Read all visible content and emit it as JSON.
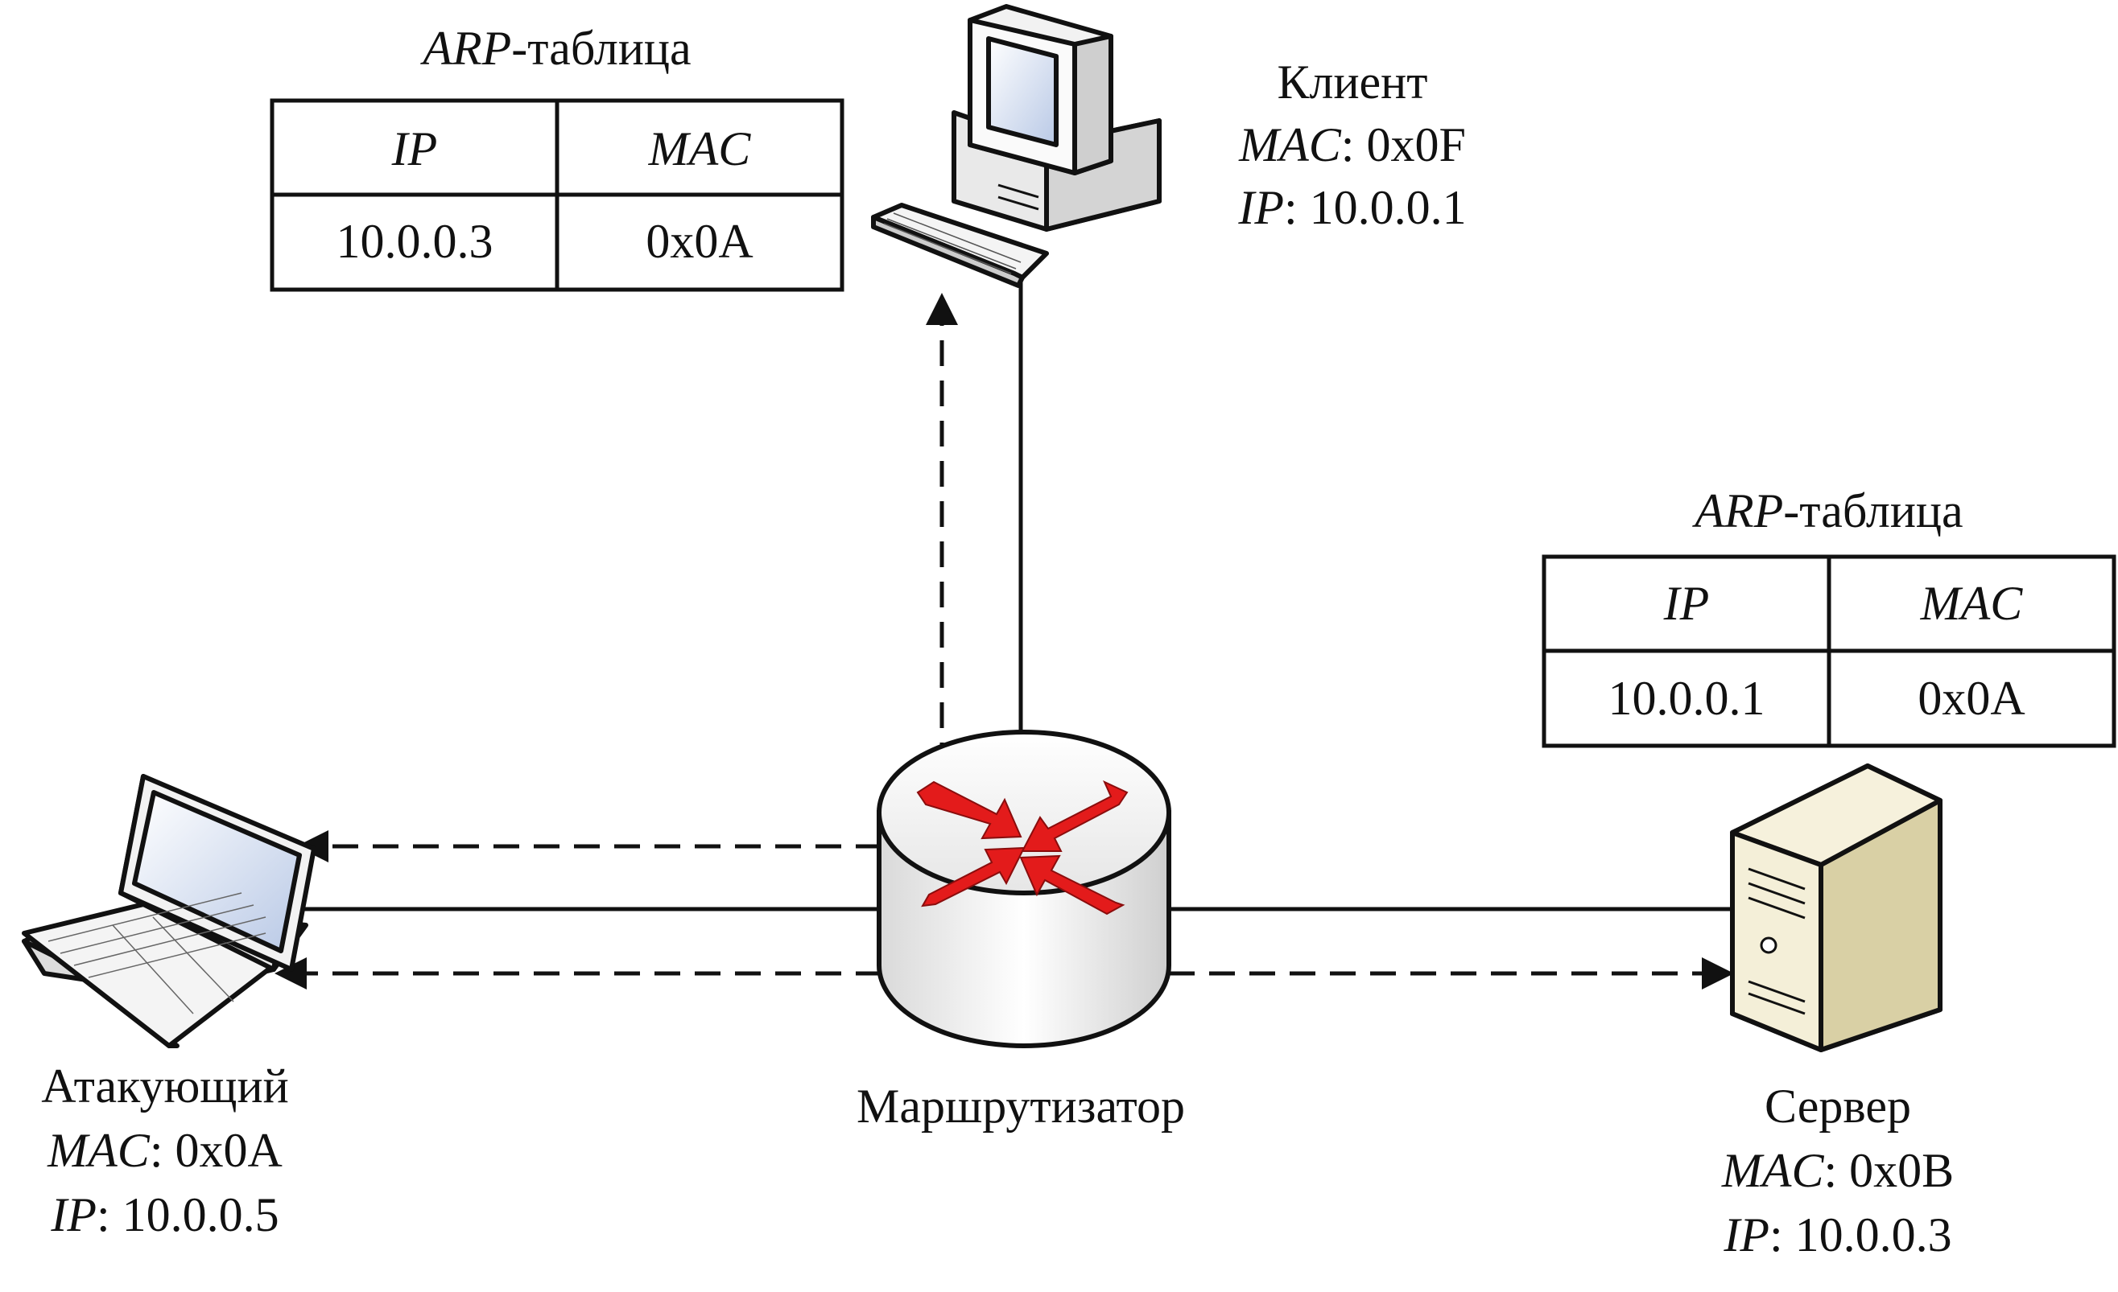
{
  "client": {
    "name": "Клиент",
    "mac_key": "MAC",
    "mac_value": ": 0x0F",
    "ip_key": "IP",
    "ip_value": ": 10.0.0.1"
  },
  "attacker": {
    "name": "Атакующий",
    "mac_key": "MAC",
    "mac_value": ": 0x0A",
    "ip_key": "IP",
    "ip_value": ": 10.0.0.5"
  },
  "router": {
    "name": "Маршрутизатор"
  },
  "server": {
    "name": "Сервер",
    "mac_key": "MAC",
    "mac_value": ": 0x0B",
    "ip_key": "IP",
    "ip_value": ": 10.0.0.3"
  },
  "arp_table_client": {
    "title_prefix": "ARP",
    "title_suffix": "-таблица",
    "headers": [
      "IP",
      "MAC"
    ],
    "rows": [
      [
        "10.0.0.3",
        "0x0A"
      ]
    ]
  },
  "arp_table_server": {
    "title_prefix": "ARP",
    "title_suffix": "-таблица",
    "headers": [
      "IP",
      "MAC"
    ],
    "rows": [
      [
        "10.0.0.1",
        "0x0A"
      ]
    ]
  },
  "colors": {
    "router_arrows": "#e31b1b",
    "lines": "#111111",
    "server_body": "#f3efd9"
  }
}
